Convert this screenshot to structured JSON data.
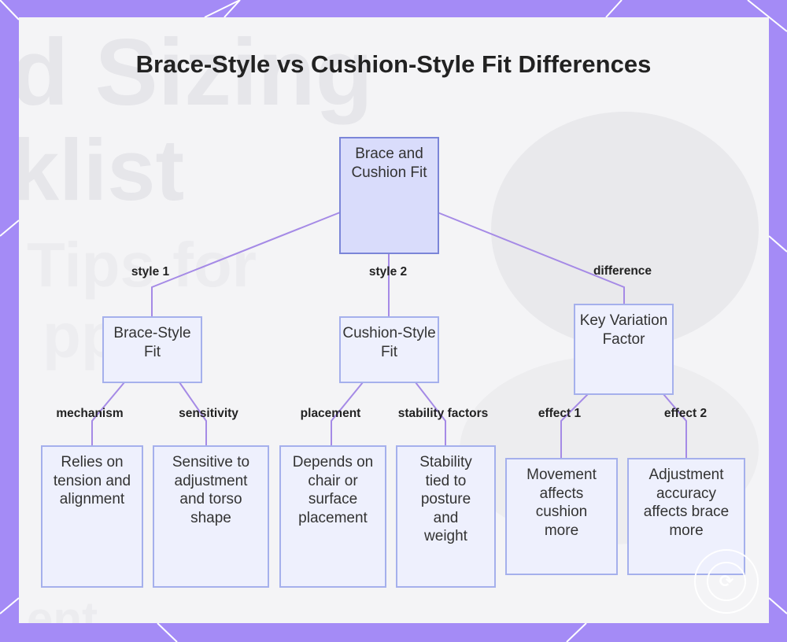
{
  "diagram": {
    "title": "Brace-Style vs Cushion-Style Fit Differences",
    "nodes": {
      "root": "Brace and Cushion Fit",
      "brace": "Brace-Style Fit",
      "cushion": "Cushion-Style Fit",
      "key": "Key Variation Factor",
      "tension": "Relies on tension and alignment",
      "sensitive": "Sensitive to adjustment and torso shape",
      "depends": "Depends on chair or surface placement",
      "stability": "Stability tied to posture and weight",
      "movement": "Movement affects cushion more",
      "adjustment": "Adjustment accuracy affects brace more"
    },
    "edges": {
      "style1": "style 1",
      "style2": "style 2",
      "difference": "difference",
      "mechanism": "mechanism",
      "sensitivity": "sensitivity",
      "placement": "placement",
      "stability_factors": "stability factors",
      "effect1": "effect 1",
      "effect2": "effect 2"
    }
  },
  "colors": {
    "frame": "#a48bf6",
    "panel": "#f4f4f6",
    "node_fill": "#eef0fd",
    "node_border": "#a5b0ec",
    "root_fill": "#d9dcfb",
    "root_border": "#7b85d8",
    "edge": "#a58ae6"
  },
  "icons": {
    "corner_badge": "logo-badge-icon"
  }
}
